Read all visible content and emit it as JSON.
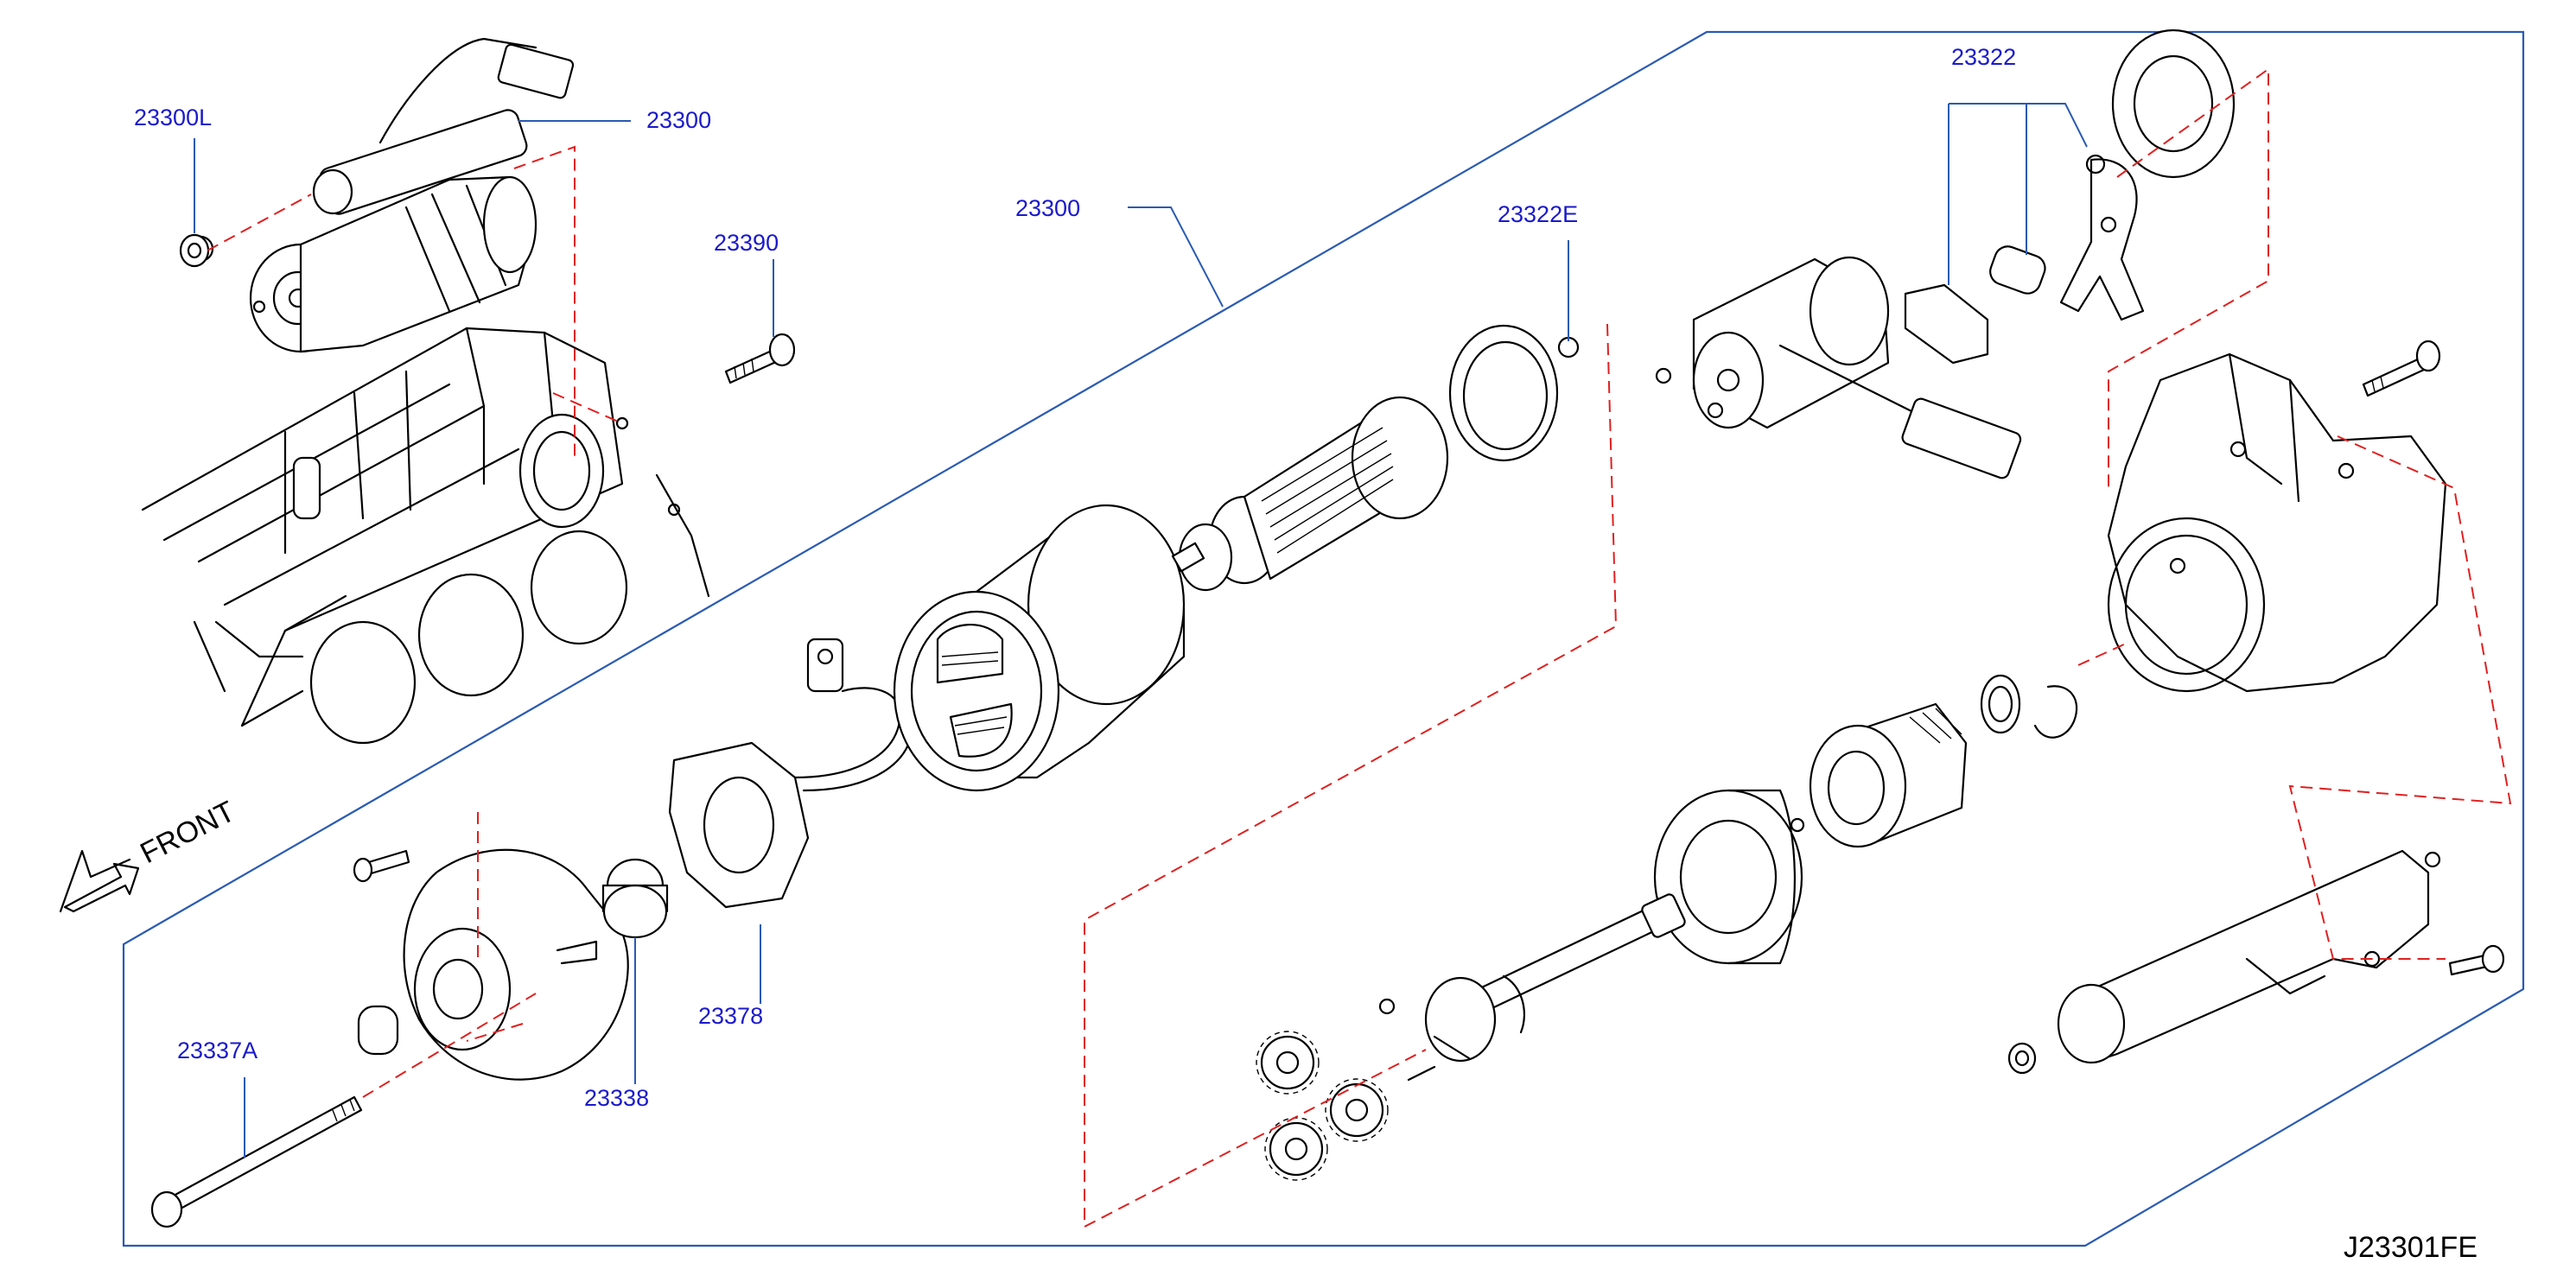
{
  "diagram": {
    "figure_code": "J23301FE",
    "front_label": "FRONT",
    "callouts": {
      "c23300L": "23300L",
      "c23300_top": "23300",
      "c23390": "23390",
      "c23300_assy": "23300",
      "c23322E": "23322E",
      "c23322": "23322",
      "c23378": "23378",
      "c23337A": "23337A",
      "c23338": "23338"
    }
  }
}
